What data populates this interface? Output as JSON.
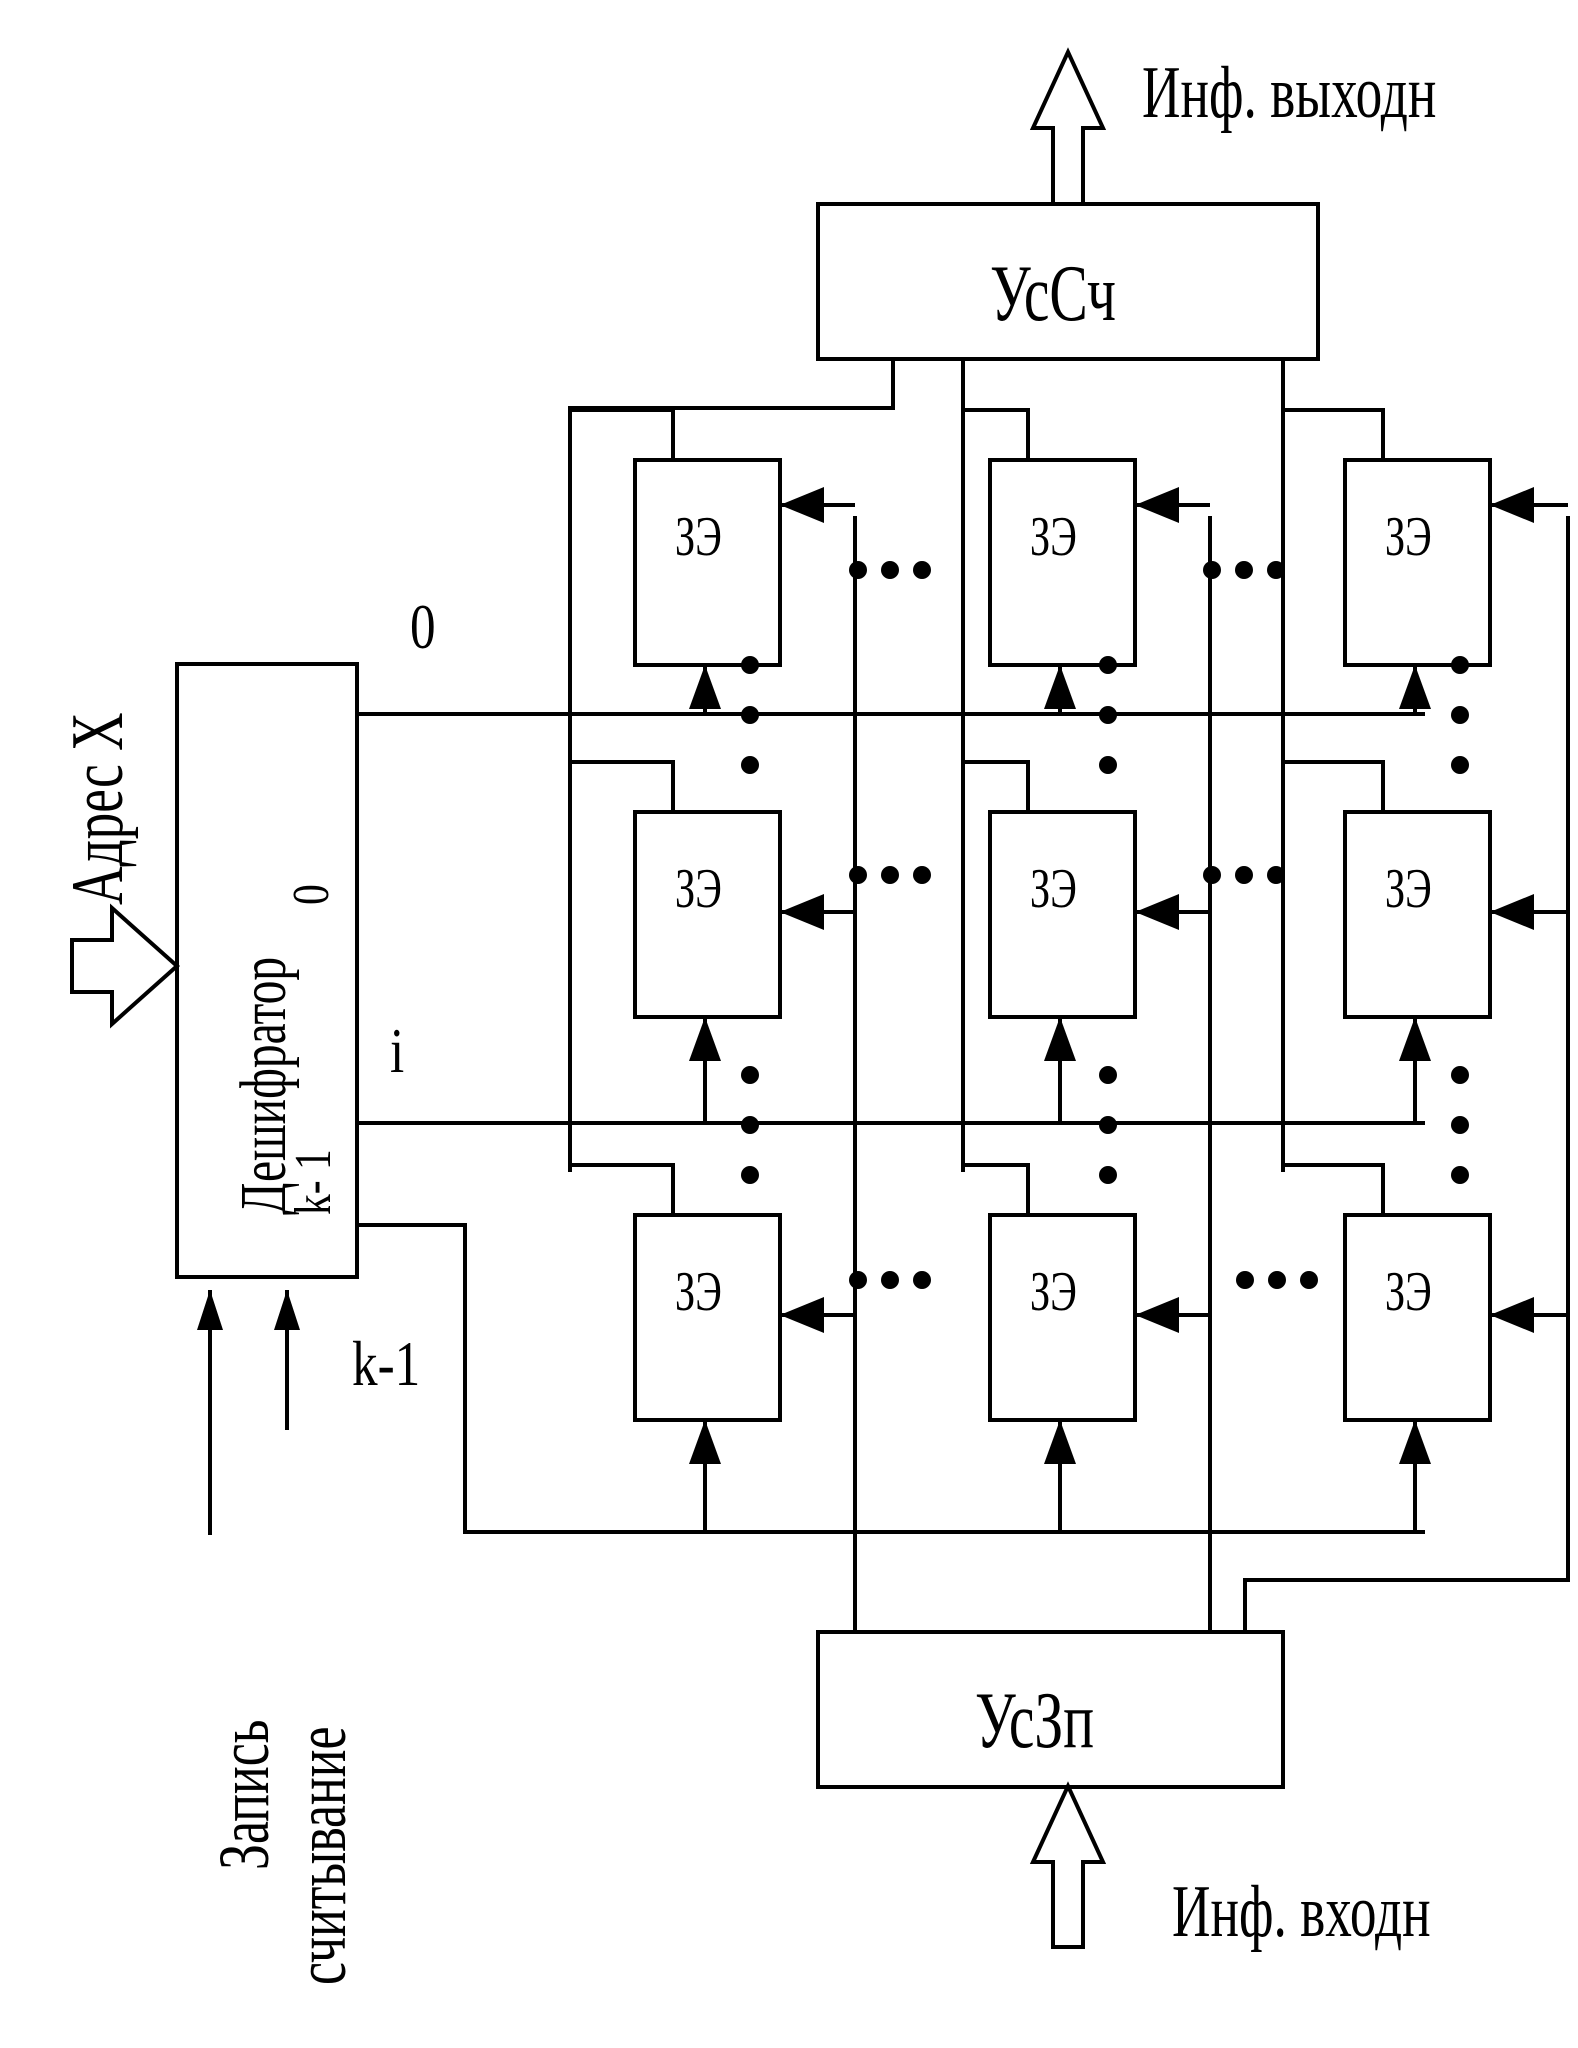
{
  "top_output_label": "Инф. выходн",
  "bottom_input_label": "Инф. входн",
  "read_amp_label": "УсСч",
  "write_amp_label": "УсЗп",
  "decoder_label": "Дешифратор",
  "decoder_port_top": "0",
  "decoder_port_bottom": "k- 1",
  "address_label": "Адрес X",
  "row_label_0": "0",
  "row_label_i": "i",
  "row_label_k": "k-1",
  "write_label": "Запись",
  "read_label": "считывание",
  "cells": [
    [
      "ЗЭ",
      "ЗЭ",
      "ЗЭ"
    ],
    [
      "ЗЭ",
      "ЗЭ",
      "ЗЭ"
    ],
    [
      "ЗЭ",
      "ЗЭ",
      "ЗЭ"
    ]
  ]
}
